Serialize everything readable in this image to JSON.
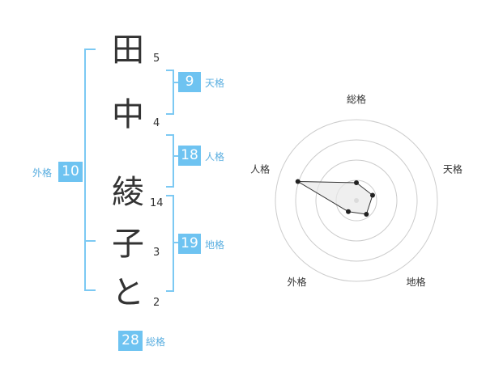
{
  "name": {
    "characters": [
      {
        "char": "田",
        "strokes": "5"
      },
      {
        "char": "中",
        "strokes": "4"
      },
      {
        "char": "綾",
        "strokes": "14"
      },
      {
        "char": "子",
        "strokes": "3"
      },
      {
        "char": "と",
        "strokes": "2"
      }
    ]
  },
  "fortunes": {
    "tenkaku": {
      "value": "9",
      "label": "天格"
    },
    "jinkaku": {
      "value": "18",
      "label": "人格"
    },
    "chikaku": {
      "value": "19",
      "label": "地格"
    },
    "gaikaku": {
      "value": "10",
      "label": "外格"
    },
    "soukaku": {
      "value": "28",
      "label": "総格"
    }
  },
  "chart_data": {
    "type": "radar",
    "axes": [
      "総格",
      "天格",
      "地格",
      "外格",
      "人格"
    ],
    "values": [
      0.22,
      0.21,
      0.21,
      0.17,
      0.76
    ],
    "max": 1,
    "rings": 4,
    "colors": {
      "fill": "#e8e8e8",
      "stroke": "#333333",
      "ring": "#cccccc",
      "point": "#222222",
      "center": "#bbbbbb"
    }
  },
  "colors": {
    "accent": "#6ec3f1",
    "bracket": "#7cc9f3"
  }
}
